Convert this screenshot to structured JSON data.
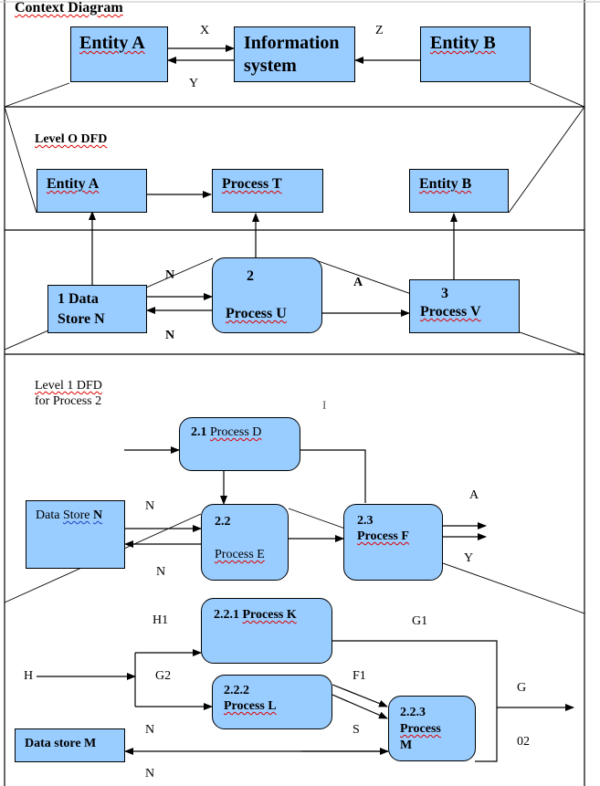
{
  "context_diagram": {
    "title": "Context Diagram",
    "entity_a": "Entity A",
    "info_system_line1": "Information",
    "info_system_line2": "system",
    "entity_b": "Entity B",
    "flow_x": "X",
    "flow_y": "Y",
    "flow_z": "Z"
  },
  "level0": {
    "title": "Level O DFD",
    "entity_a": "Entity A",
    "process_t": "Process T",
    "entity_b": "Entity B",
    "data_store_line1": "1 Data",
    "data_store_line2": "Store N",
    "process_u_num": "2",
    "process_u_name": "Process U",
    "process_v_num": "3",
    "process_v_name": "Process V",
    "flow_n_top": "N",
    "flow_n_bottom": "N",
    "flow_a": "A"
  },
  "level1": {
    "title_line1": "Level 1 DFD",
    "title_line2": "for Process 2",
    "flow_i": "I",
    "process_d_num": "2.1",
    "process_d_name": "Process D",
    "data_store_prefix": "Data ",
    "data_store_word": "Store",
    "data_store_suffix": "N",
    "process_e_num": "2.2",
    "process_e_name": "Process E",
    "process_f_num": "2.3",
    "process_f_name": "Process F",
    "flow_n_top": "N",
    "flow_n_bottom": "N",
    "flow_a": "A",
    "flow_y": "Y"
  },
  "level2": {
    "flow_h": "H",
    "flow_h1": "H1",
    "flow_g2": "G2",
    "flow_g1": "G1",
    "flow_f1": "F1",
    "flow_s": "S",
    "flow_g": "G",
    "flow_02": "02",
    "flow_n_top": "N",
    "flow_n_bottom": "N",
    "process_k_num": "2.2.1",
    "process_k_name": "Process K",
    "process_l_num": "2.2.2",
    "process_l_name": "Process L",
    "process_m_num": "2.2.3",
    "process_m_name": "Process",
    "process_m_name2": "M",
    "data_store_m": "Data store M"
  }
}
